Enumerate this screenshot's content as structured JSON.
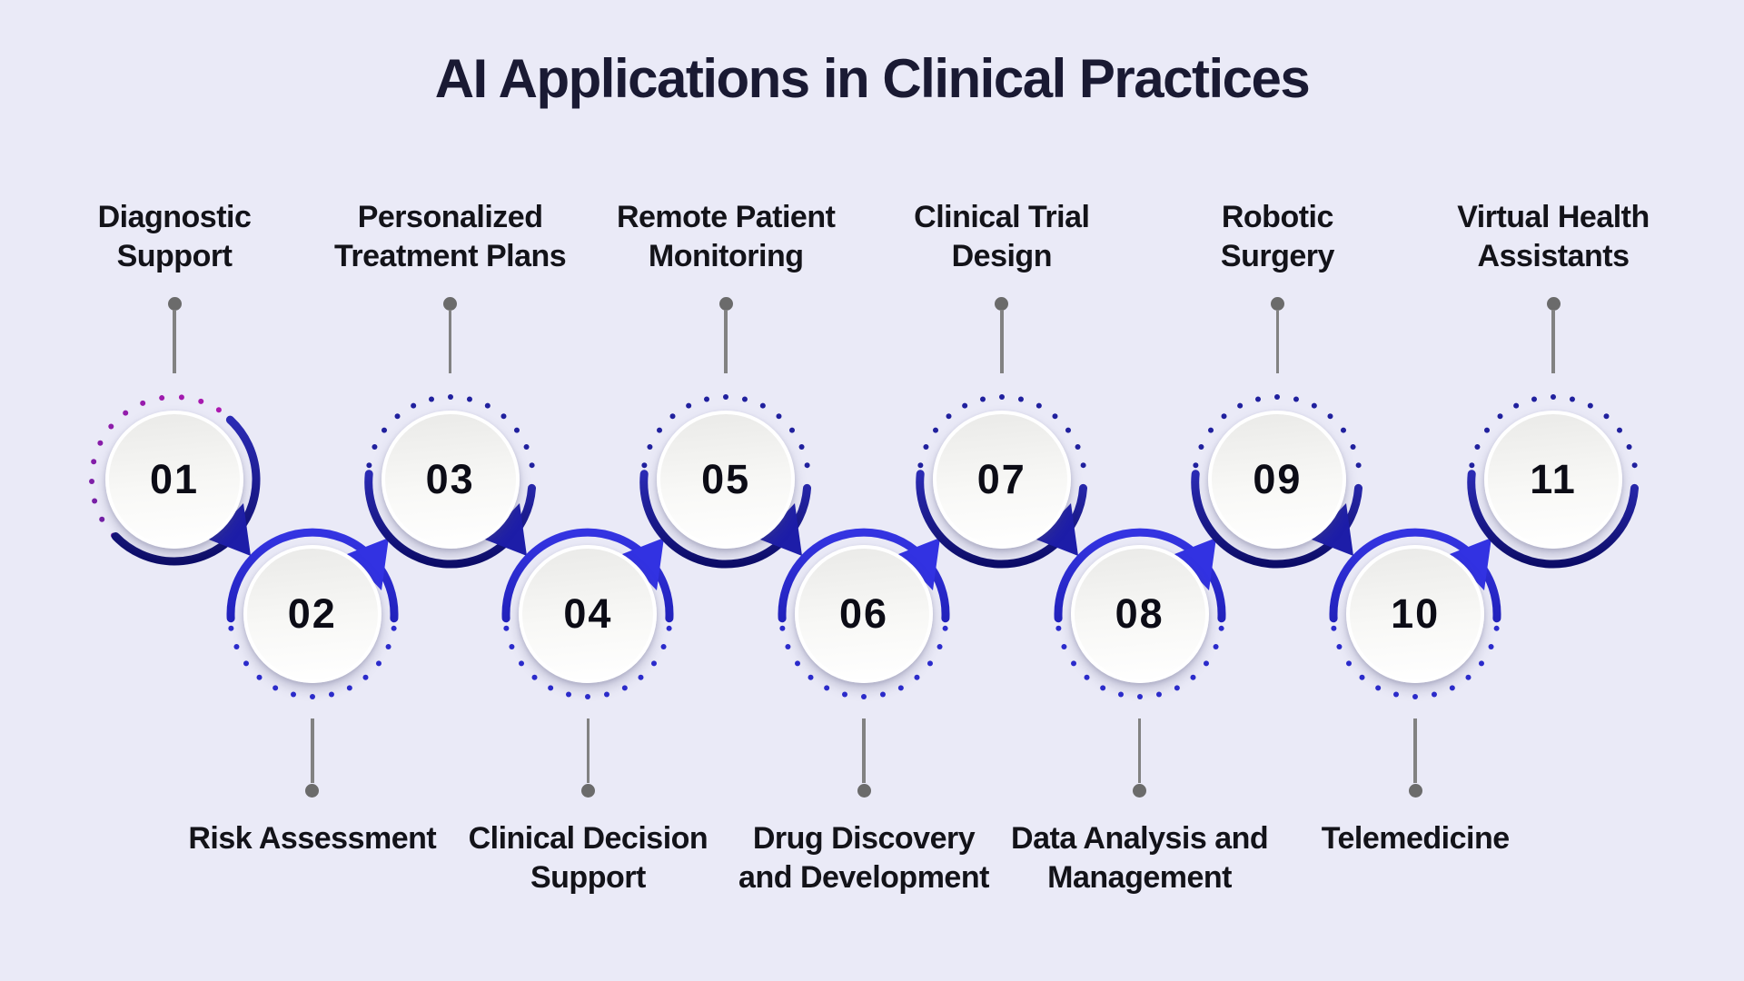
{
  "title": "AI Applications in Clinical Practices",
  "palette": {
    "bg": "#EAEAF7",
    "title_color": "#1A1A33",
    "label_color": "#131319",
    "number_color": "#0C0C16",
    "conn_dot": "#6B6B6B",
    "conn_line": "#828282",
    "dot_top": "#20209E",
    "dot_bottom": "#2B2BCC",
    "dot_first_a": "#AC18B0",
    "dot_first_b": "#6E21A4",
    "arc_top_a": "#2B2BB4",
    "arc_top_b": "#0D0D68",
    "arc_bottom_a": "#3434E2",
    "arc_bottom_b": "#2222BC",
    "arrow_top": "#1D1DA8",
    "arrow_bottom": "#3232E2"
  },
  "items": [
    {
      "number": "01",
      "label": "Diagnostic\nSupport",
      "row": "top",
      "first": true
    },
    {
      "number": "02",
      "label": "Risk Assessment",
      "row": "bottom"
    },
    {
      "number": "03",
      "label": "Personalized\nTreatment Plans",
      "row": "top"
    },
    {
      "number": "04",
      "label": "Clinical Decision\nSupport",
      "row": "bottom"
    },
    {
      "number": "05",
      "label": "Remote Patient\nMonitoring",
      "row": "top"
    },
    {
      "number": "06",
      "label": "Drug Discovery\nand Development",
      "row": "bottom"
    },
    {
      "number": "07",
      "label": "Clinical Trial\nDesign",
      "row": "top"
    },
    {
      "number": "08",
      "label": "Data Analysis and\nManagement",
      "row": "bottom"
    },
    {
      "number": "09",
      "label": "Robotic\nSurgery",
      "row": "top"
    },
    {
      "number": "10",
      "label": "Telemedicine",
      "row": "bottom"
    },
    {
      "number": "11",
      "label": "Virtual Health\nAssistants",
      "row": "top",
      "last": true
    }
  ]
}
